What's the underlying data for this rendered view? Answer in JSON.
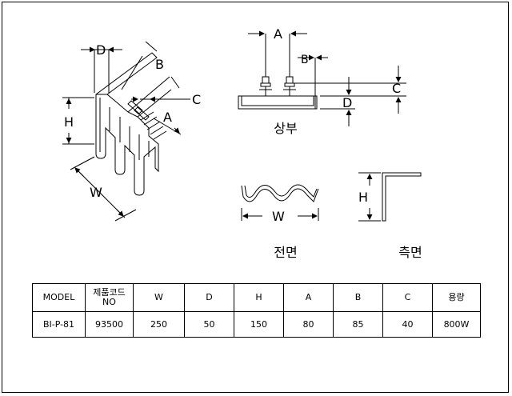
{
  "diagram": {
    "iso_labels": {
      "d": "D",
      "b": "B",
      "c": "C",
      "h": "H",
      "a": "A",
      "w": "W"
    },
    "top_labels": {
      "a": "A",
      "b": "B",
      "c": "C",
      "d": "D"
    },
    "front_labels": {
      "w": "W"
    },
    "side_labels": {
      "h": "H"
    }
  },
  "captions": {
    "top": "상부",
    "front": "전면",
    "side": "측면"
  },
  "table": {
    "headers": [
      "MODEL",
      "제품코드",
      "NO",
      "W",
      "D",
      "H",
      "A",
      "B",
      "C",
      "용량"
    ],
    "row": [
      "BI-P-81",
      "93500",
      "250",
      "50",
      "150",
      "80",
      "85",
      "40",
      "800W"
    ]
  }
}
